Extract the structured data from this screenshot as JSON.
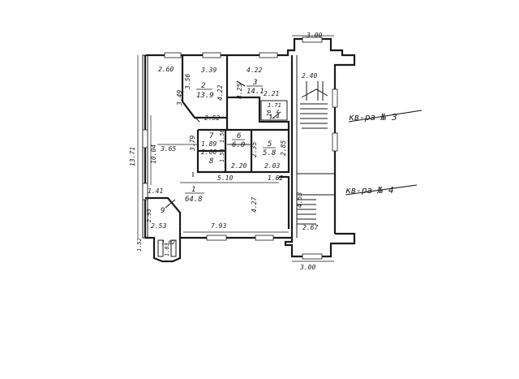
{
  "dimensions": {
    "top_outer": "3.00",
    "bottom_outer": "3.00",
    "left_height": "13.71",
    "left_inner": "10.04",
    "r2_top": "3.39",
    "r2_side": "3.56",
    "r2_side2": "3.49",
    "r2_right": "4.22",
    "r2_bottom": "2.52",
    "corner_top": "2.60",
    "r3_top": "4.22",
    "r3_left": "4.25",
    "r3_bottom": "2.21",
    "stair_top": "2.40",
    "bath_w": "1.71",
    "bath_h": "1.26",
    "hall_w": "3.65",
    "r7_left": "3.79",
    "r7_w": "1.89",
    "r7_right": "1.56",
    "r8_w": "2.00",
    "r8_h": "1.56",
    "r6_bottom": "2.20",
    "r6_side": "2.35",
    "r5_side": "2.85",
    "r5_bottom": "2.03",
    "main_top": "5.10",
    "main_top2": "1.62",
    "main_right": "4.27",
    "r9_top": "1.41",
    "r9_side": "2.93",
    "r9_bottom": "2.53",
    "main_bottom": "7.93",
    "bay_left": "1.52",
    "bay_w": "1.62",
    "bay_h": "1.03",
    "stair2_side": "4.53",
    "stair2_bottom": "2.67"
  },
  "rooms": [
    {
      "id": "2",
      "area": "13.9"
    },
    {
      "id": "3",
      "area": "14.1"
    },
    {
      "id": "4",
      "area": "1.4"
    },
    {
      "id": "7",
      "area": ""
    },
    {
      "id": "8",
      "area": ""
    },
    {
      "id": "6",
      "area": "6.0"
    },
    {
      "id": "5",
      "area": "5.8"
    },
    {
      "id": "1",
      "area": "64.8"
    },
    {
      "id": "9",
      "area": ""
    }
  ],
  "annotations": {
    "apt3": "кв-ра № 3",
    "apt4": "кв-ра № 4"
  }
}
